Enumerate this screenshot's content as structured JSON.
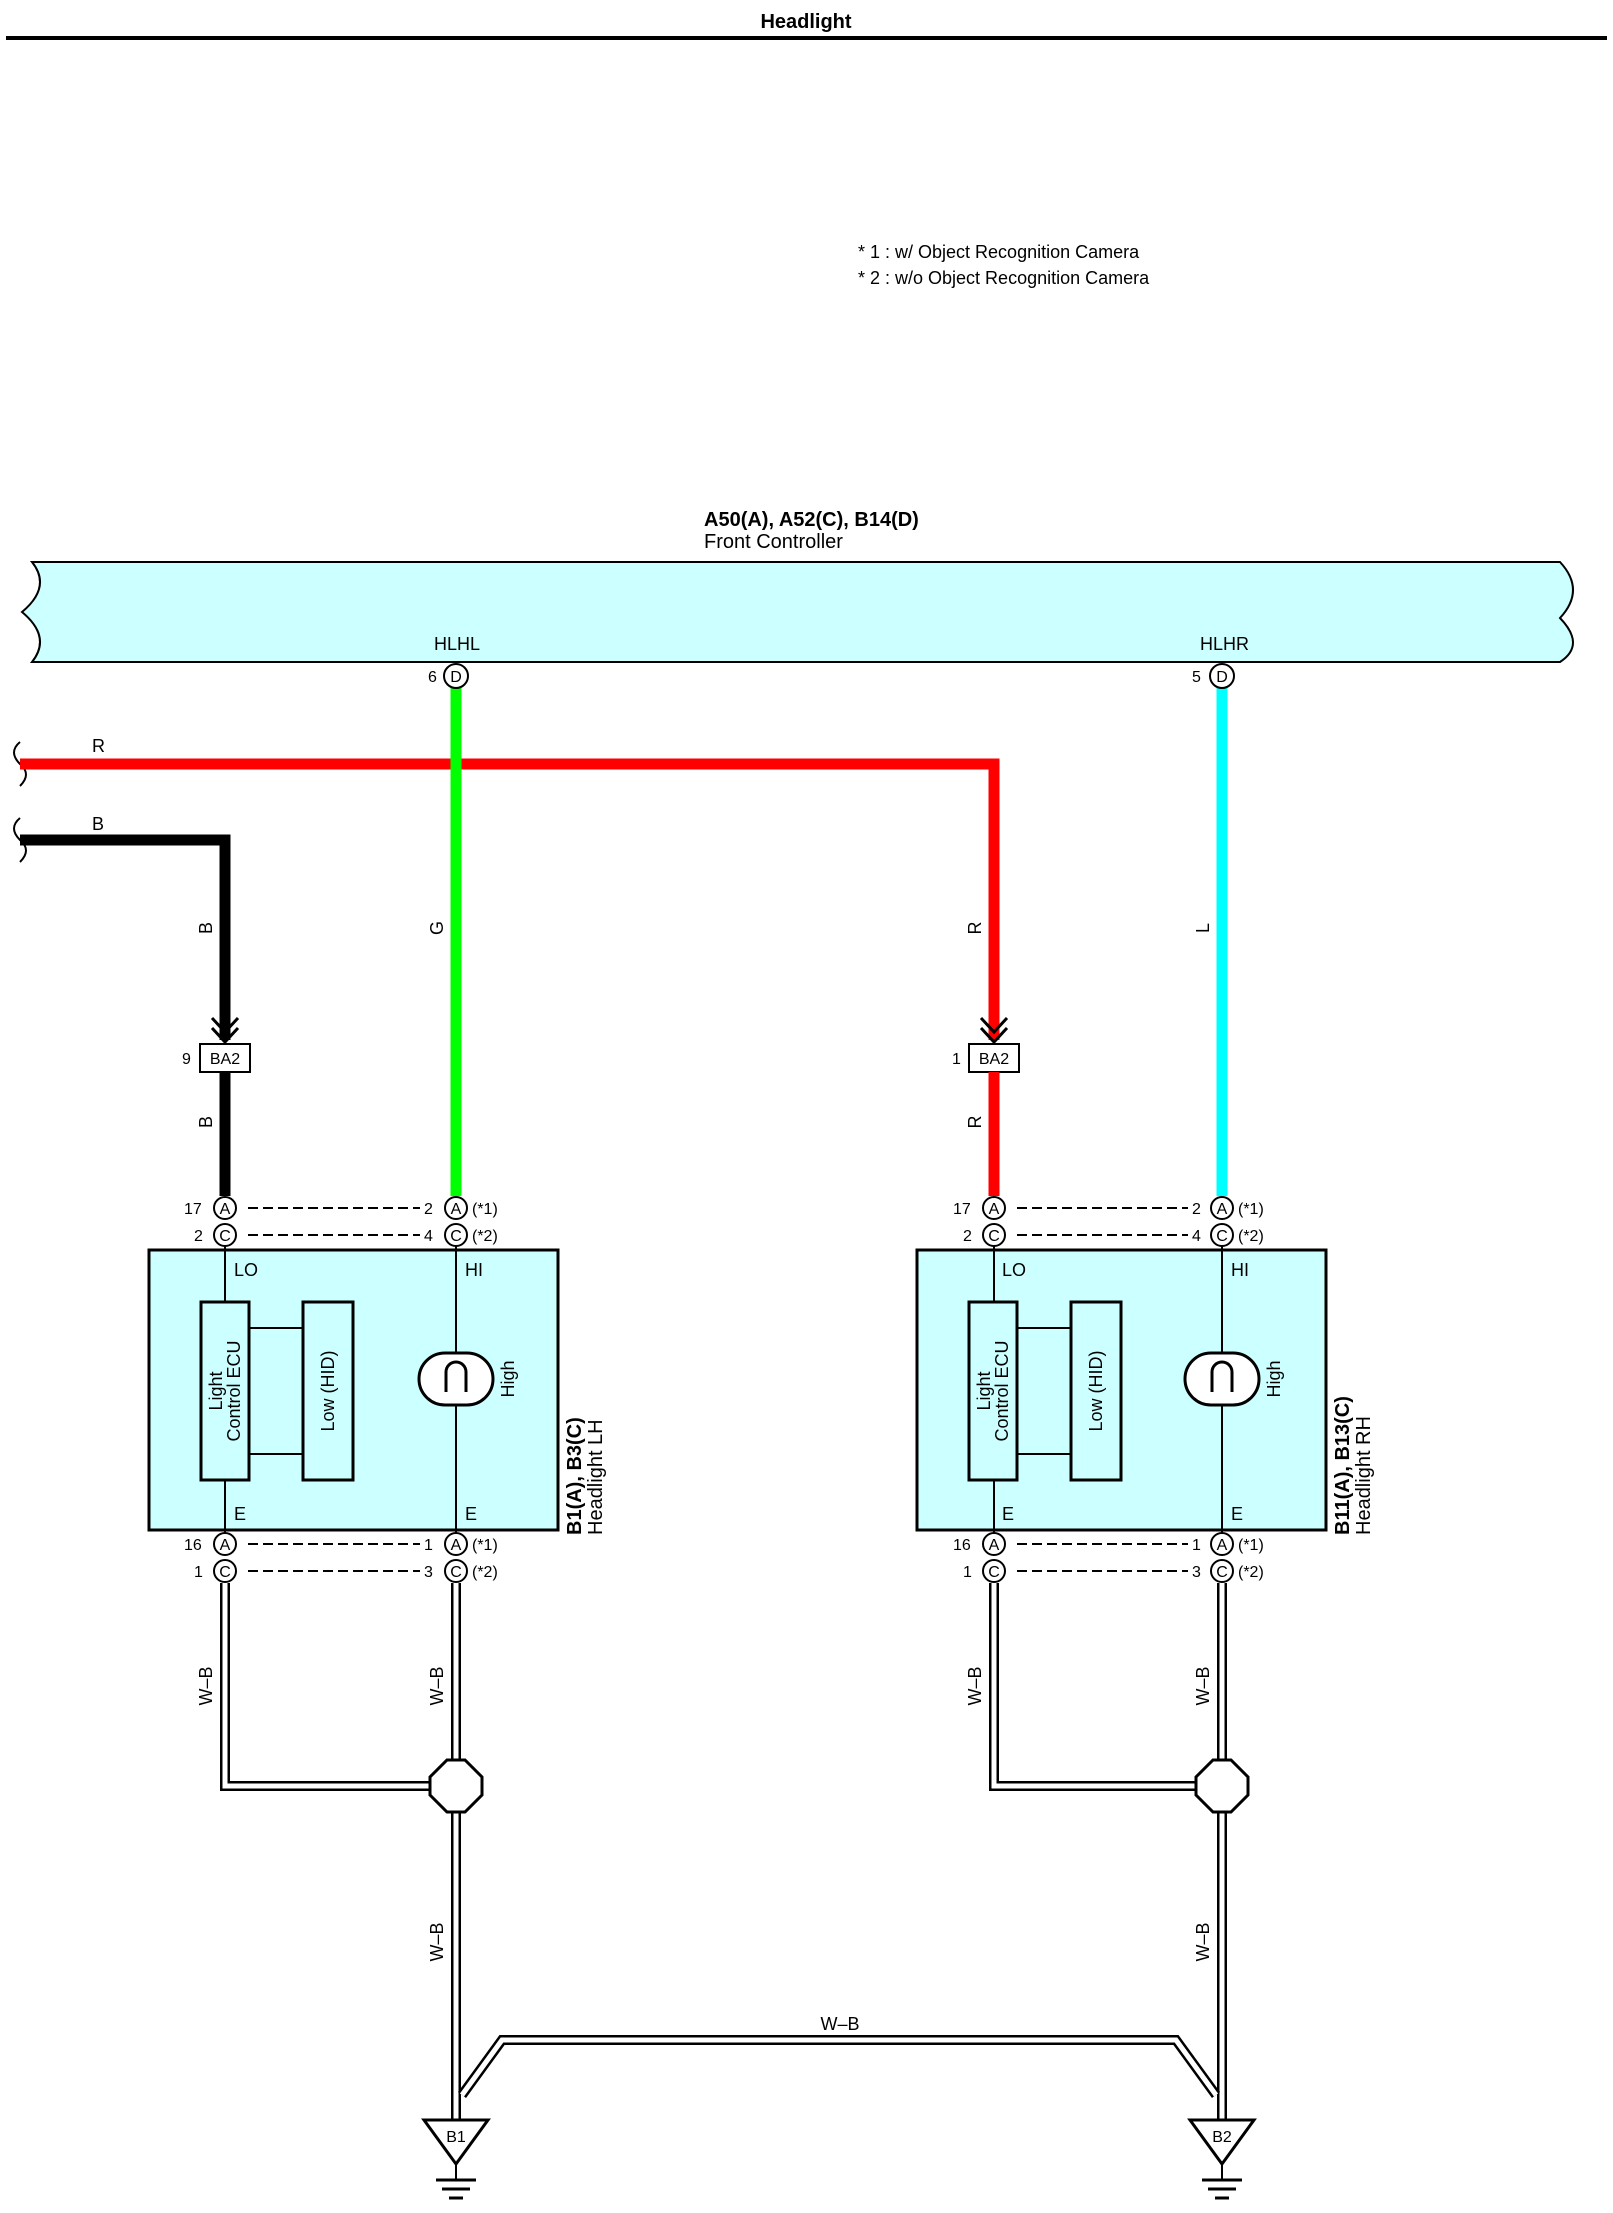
{
  "title": "Headlight",
  "notes": [
    "* 1 : w/ Object Recognition Camera",
    "* 2 : w/o Object Recognition Camera"
  ],
  "colors": {
    "controller_fill": "#ccffff",
    "wire_R": "#ff0000",
    "wire_G": "#00ff00",
    "wire_L": "#00ffff",
    "wire_B": "#000000",
    "wire_WB": "#ffffff",
    "headlamp_fill": "#ccffff"
  },
  "controller": {
    "codes": "A50(A), A52(C), B14(D)",
    "name": "Front Controller",
    "terminals": [
      {
        "signal": "HLHL",
        "pin": "6",
        "connector": "D"
      },
      {
        "signal": "HLHR",
        "pin": "5",
        "connector": "D"
      }
    ]
  },
  "wires": {
    "power_R": "R",
    "power_B": "B",
    "left_hi": "G",
    "right_hi": "L",
    "ground": "W–B"
  },
  "junctions": [
    {
      "pin": "9",
      "name": "BA2"
    },
    {
      "pin": "1",
      "name": "BA2"
    }
  ],
  "headlamps": [
    {
      "codes": "B1(A), B3(C)",
      "name": "Headlight LH",
      "lo_label": "LO",
      "hi_label": "HI",
      "e_label": "E",
      "ecu_line1": "Light",
      "ecu_line2": "Control ECU",
      "low_label": "Low (HID)",
      "high_label": "High",
      "top_pins": [
        {
          "pin": "17",
          "conn": "A",
          "hi_pin": "2",
          "hi_conn": "A",
          "note": "(*1)"
        },
        {
          "pin": "2",
          "conn": "C",
          "hi_pin": "4",
          "hi_conn": "C",
          "note": "(*2)"
        }
      ],
      "bottom_pins": [
        {
          "pin": "16",
          "conn": "A",
          "hi_pin": "1",
          "hi_conn": "A",
          "note": "(*1)"
        },
        {
          "pin": "1",
          "conn": "C",
          "hi_pin": "3",
          "hi_conn": "C",
          "note": "(*2)"
        }
      ]
    },
    {
      "codes": "B11(A), B13(C)",
      "name": "Headlight RH",
      "lo_label": "LO",
      "hi_label": "HI",
      "e_label": "E",
      "ecu_line1": "Light",
      "ecu_line2": "Control ECU",
      "low_label": "Low (HID)",
      "high_label": "High",
      "top_pins": [
        {
          "pin": "17",
          "conn": "A",
          "hi_pin": "2",
          "hi_conn": "A",
          "note": "(*1)"
        },
        {
          "pin": "2",
          "conn": "C",
          "hi_pin": "4",
          "hi_conn": "C",
          "note": "(*2)"
        }
      ],
      "bottom_pins": [
        {
          "pin": "16",
          "conn": "A",
          "hi_pin": "1",
          "hi_conn": "A",
          "note": "(*1)"
        },
        {
          "pin": "1",
          "conn": "C",
          "hi_pin": "3",
          "hi_conn": "C",
          "note": "(*2)"
        }
      ]
    }
  ],
  "grounds": [
    "B1",
    "B2"
  ]
}
